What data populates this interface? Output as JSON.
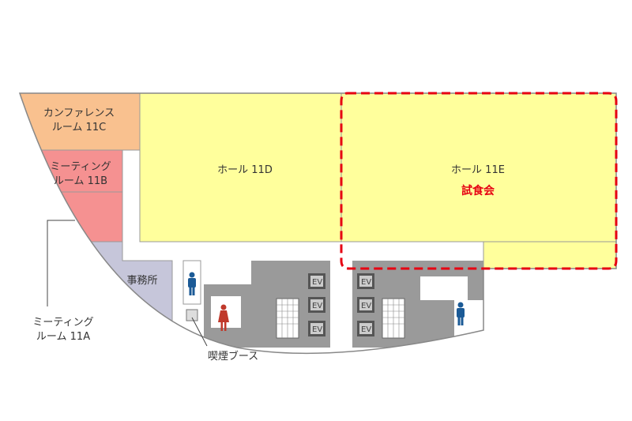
{
  "rooms": {
    "conference_11c": [
      "カンファレンス",
      "ルーム 11C"
    ],
    "meeting_11b": [
      "ミーティング",
      "ルーム 11B"
    ],
    "meeting_11a": [
      "ミーティング",
      "ルーム 11A"
    ],
    "hall_11d": "ホール 11D",
    "hall_11e": "ホール 11E",
    "office": "事務所",
    "smoking_booth": "喫煙ブース"
  },
  "event_label": "試食会",
  "elevator_label": "EV",
  "colors": {
    "conference": "#f9c18f",
    "meeting": "#f59191",
    "hall": "#ffff9c",
    "office": "#c6c6da",
    "core": "#9a9a9a",
    "highlight": "#e60012",
    "male": "#1b5a96",
    "female": "#c0392b"
  }
}
